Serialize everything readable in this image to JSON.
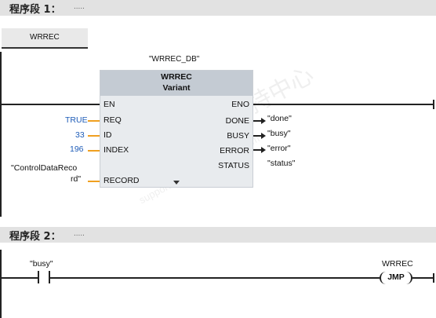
{
  "segment1": {
    "title": "程序段 1：",
    "comment": "....."
  },
  "segment2": {
    "title": "程序段 2：",
    "comment": "....."
  },
  "label_box": {
    "text": "WRREC"
  },
  "block": {
    "instance": "\"WRREC_DB\"",
    "name": "WRREC",
    "type": "Variant",
    "inputs": [
      {
        "pin": "EN",
        "value": ""
      },
      {
        "pin": "REQ",
        "value": "TRUE"
      },
      {
        "pin": "ID",
        "value": "33"
      },
      {
        "pin": "INDEX",
        "value": "196"
      },
      {
        "pin": "RECORD",
        "value_line1": "\"ControlDataReco",
        "value_line2": "rd\""
      }
    ],
    "outputs": [
      {
        "pin": "ENO",
        "value": ""
      },
      {
        "pin": "DONE",
        "value": "\"done\""
      },
      {
        "pin": "BUSY",
        "value": "\"busy\""
      },
      {
        "pin": "ERROR",
        "value": "\"error\""
      },
      {
        "pin": "STATUS",
        "value": "\"status\""
      }
    ]
  },
  "network2": {
    "contact_tag": "\"busy\"",
    "jump_label": "WRREC",
    "jump_coil": "JMP"
  },
  "watermark": {
    "line1": "西门子工业支持中心",
    "line2": "support.industry.siemens.com"
  },
  "colors": {
    "literal": "#1e5cb8",
    "wire_orange": "#f0a020",
    "header_bg": "#e2e2e2"
  }
}
